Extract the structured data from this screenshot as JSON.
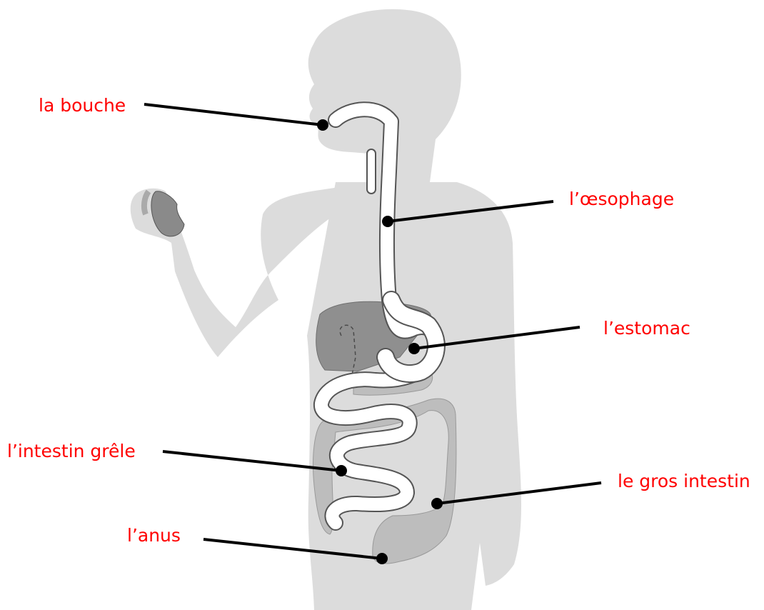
{
  "labels": {
    "mouth": "la bouche",
    "esophagus": "l’œsophage",
    "stomach": "l’estomac",
    "small_intestine": "l’intestin grêle",
    "large_intestine": "le gros intestin",
    "anus": "l’anus"
  },
  "colors": {
    "label_text": "#ff0000",
    "leader_line": "#000000",
    "body_silhouette": "#dcdcdc",
    "digestive_tract": "#ffffff",
    "organ_dark": "#8f8f8f",
    "organ_light": "#bdbdbd"
  }
}
